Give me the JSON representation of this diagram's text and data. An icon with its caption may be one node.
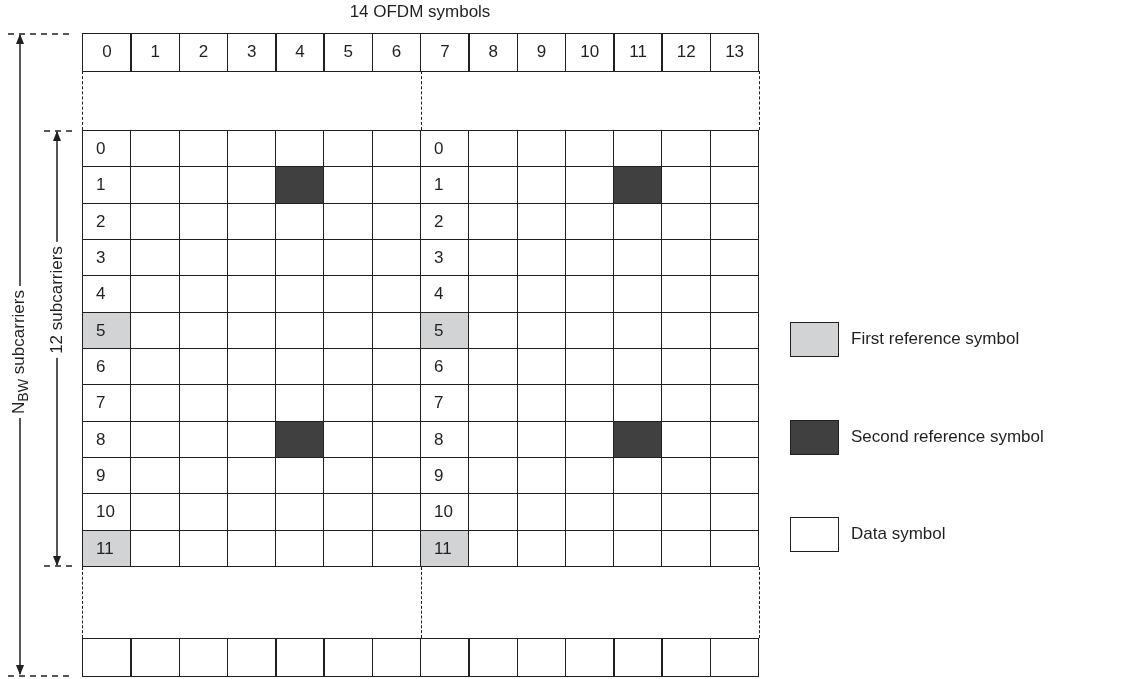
{
  "diagram": {
    "labels": [
      "14 OFDM symbols",
      "0",
      "1",
      "2",
      "3",
      "4",
      "5",
      "6",
      "7",
      "8",
      "9",
      "10",
      "11",
      "12",
      "13",
      "N$_{BW}$ subcarriers",
      "12 subcarriers",
      "0",
      "0",
      "1",
      "1",
      "2",
      "2",
      "3",
      "3",
      "4",
      "4",
      "5",
      "5",
      "6",
      "6",
      "7",
      "7",
      "8",
      "8",
      "9",
      "9",
      "10",
      "10",
      "11",
      "11"
    ],
    "legend": [
      {
        "text": "First reference symbol",
        "color": "#d1d3d4"
      },
      {
        "text": "Second reference symbol",
        "color": "#404040"
      },
      {
        "text": "Data symbol",
        "color": "#ffffff"
      }
    ]
  }
}
